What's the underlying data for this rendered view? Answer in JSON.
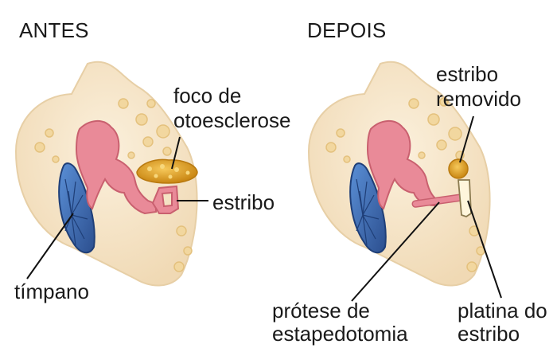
{
  "panels": {
    "before": {
      "title": "ANTES",
      "labels": {
        "focus_line1": "foco de",
        "focus_line2": "otoesclerose",
        "stapes": "estribo",
        "eardrum": "tímpano"
      }
    },
    "after": {
      "title": "DEPOIS",
      "labels": {
        "removed_line1": "estribo",
        "removed_line2": "removido",
        "prosthesis_line1": "prótese de",
        "prosthesis_line2": "estapedotomia",
        "footplate_line1": "platina do",
        "footplate_line2": "estribo"
      }
    }
  },
  "colors": {
    "background": "#ffffff",
    "bone_light": "#f3e2c7",
    "bone_edge": "#e7cfa6",
    "ossicle_pink": "#e98a98",
    "ossicle_edge": "#c9606f",
    "eardrum_blue": "#3f6fb5",
    "eardrum_dark": "#1f3f78",
    "otosclerosis": "#e0a020",
    "label_text": "#1a1a1a",
    "leader_line": "#111111"
  }
}
